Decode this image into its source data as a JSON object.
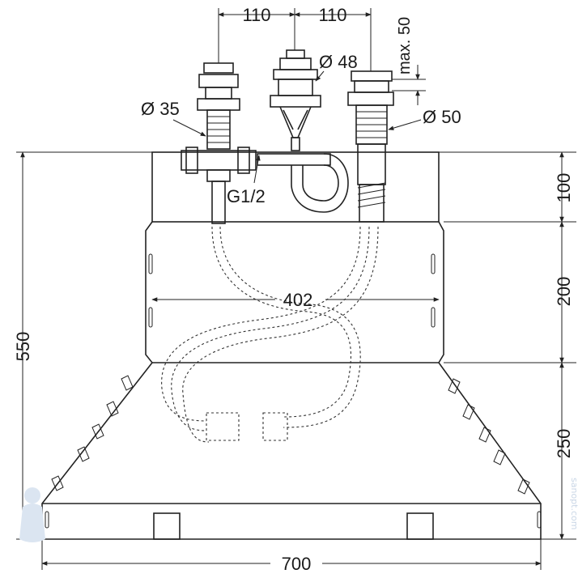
{
  "dimensions": {
    "top_left_spacing": "110",
    "top_right_spacing": "110",
    "max_label": "max. 50",
    "dia_48": "Ø 48",
    "dia_35": "Ø 35",
    "dia_50": "Ø 50",
    "thread": "G1/2",
    "inner_width": "402",
    "total_height": "550",
    "section_100": "100",
    "section_200": "200",
    "section_250": "250",
    "total_width": "700"
  },
  "watermark": {
    "text": "sanopt.com"
  },
  "colors": {
    "line": "#222222",
    "dashed": "#333333",
    "watermark": "#c9d6e6"
  }
}
